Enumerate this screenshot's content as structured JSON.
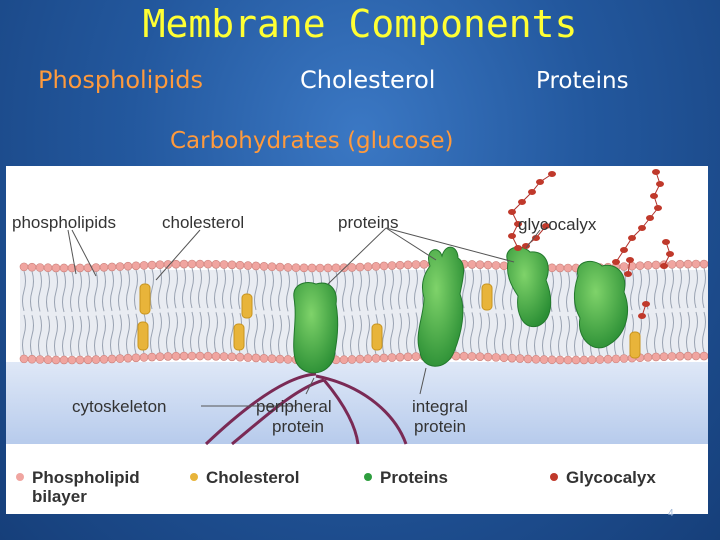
{
  "slide": {
    "title": "Membrane Components",
    "subtitles": [
      "Phospholipids",
      "Cholesterol",
      "Proteins",
      "Carbohydrates (glucose)"
    ],
    "page_number": "4"
  },
  "diagram": {
    "labels": {
      "phospholipids": "phospholipids",
      "cholesterol": "cholesterol",
      "proteins": "proteins",
      "glycocalyx": "glycocalyx",
      "cytoskeleton": "cytoskeleton",
      "peripheral_1": "peripheral",
      "peripheral_2": "protein",
      "integral_1": "integral",
      "integral_2": "protein"
    },
    "legend": [
      {
        "label_1": "Phospholipid",
        "label_2": "bilayer",
        "color": "#f0a5a0"
      },
      {
        "label_1": "Cholesterol",
        "label_2": "",
        "color": "#e8b43a"
      },
      {
        "label_1": "Proteins",
        "label_2": "",
        "color": "#2e9e3e"
      },
      {
        "label_1": "Glycocalyx",
        "label_2": "",
        "color": "#c0392b"
      }
    ]
  },
  "colors": {
    "title": "#ffff33",
    "accent_orange": "#ff9a3c",
    "protein_green": "#3aa845",
    "glycocalyx_red": "#c0392b",
    "cholesterol_yellow": "#e8b43a",
    "lipid_head": "#f0a5a0",
    "cytoplasm_blue": "#bcd0ee"
  }
}
